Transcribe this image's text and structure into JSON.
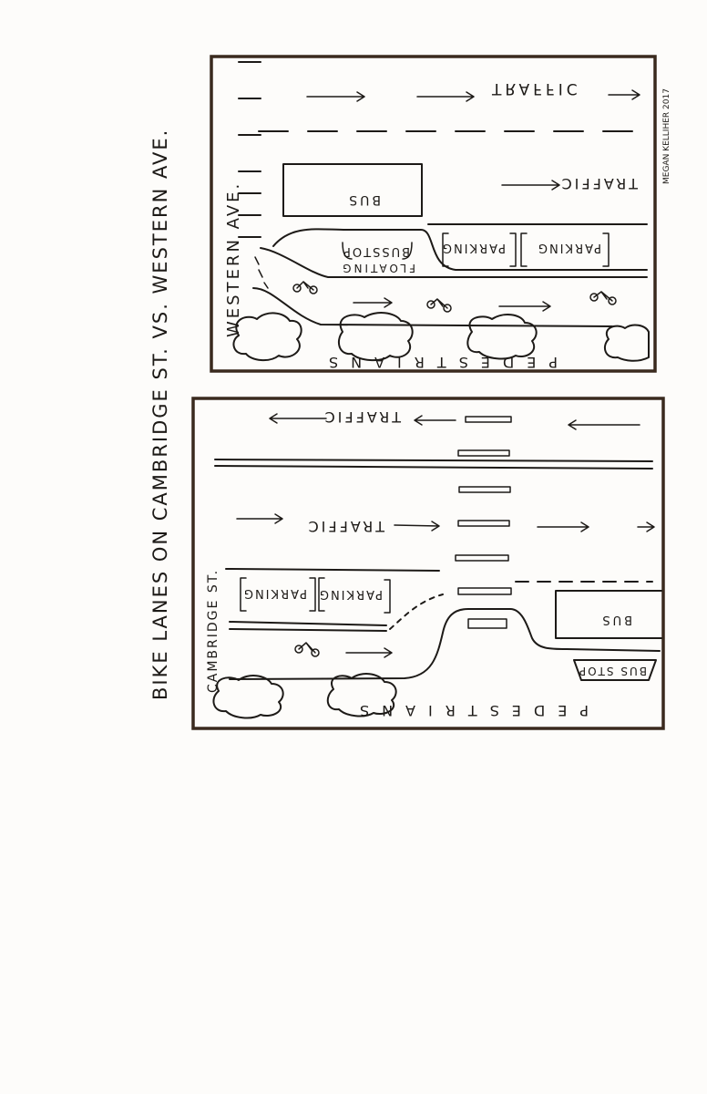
{
  "title": "BIKE LANES ON CAMBRIDGE ST. VS. WESTERN AVE.",
  "signature": "MEGAN KELLIHER 2017",
  "western_panel": {
    "street_name": "WESTERN AVE.",
    "traffic_top": "TRAFFIC",
    "traffic_bus_lane": "TRAFFIC",
    "bus": "BUS",
    "floating_bus_stop_line1": "FLOATING",
    "floating_bus_stop_line2": "BUSSTOP",
    "parking_1": "PARKING",
    "parking_2": "PARKING",
    "pedestrians": "PEDESTRIANS"
  },
  "cambridge_panel": {
    "street_name": "CAMBRIDGE ST.",
    "traffic_top": "TRAFFIC",
    "traffic_middle": "TRAFFIC",
    "parking_1": "PARKING",
    "parking_2": "PARKING",
    "bus": "BUS",
    "bus_stop": "BUS STOP",
    "pedestrians": "PEDESTRIANS"
  }
}
